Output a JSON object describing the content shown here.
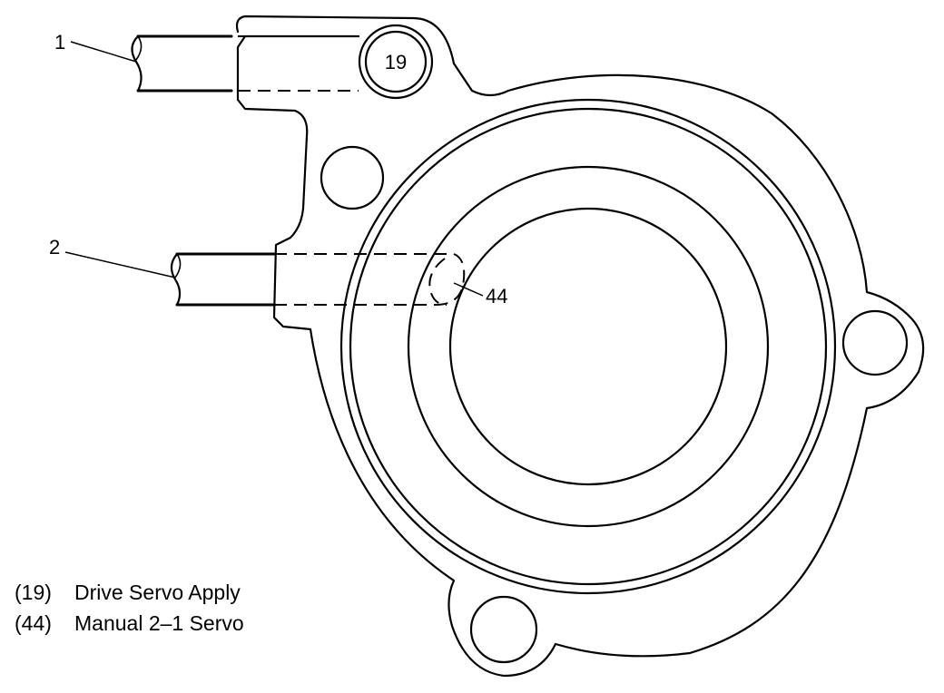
{
  "callouts": {
    "part_19": "19",
    "part_44": "44",
    "line_1": "1",
    "line_2": "2"
  },
  "legend": [
    {
      "code": "(19)",
      "label": "Drive Servo Apply"
    },
    {
      "code": "(44)",
      "label": "Manual 2–1 Servo"
    }
  ]
}
